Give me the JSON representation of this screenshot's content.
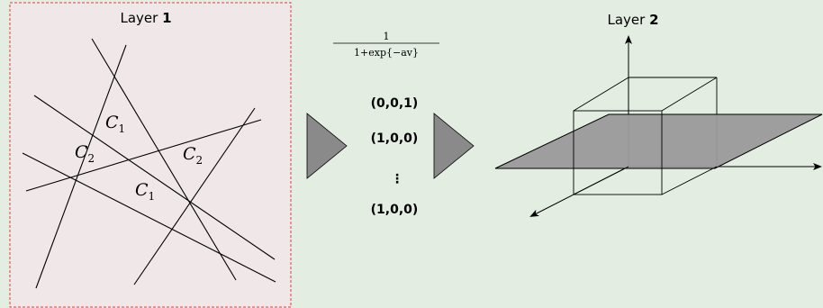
{
  "layer1": {
    "title_word": "Layer",
    "title_num": "1",
    "region_labels": [
      "C",
      "C",
      "C",
      "C"
    ],
    "region_subscripts": [
      "1",
      "2",
      "2",
      "1"
    ]
  },
  "activation": {
    "numerator": "1",
    "denominator": "1+exp{−av}"
  },
  "codes": [
    "(0,0,1)",
    "(1,0,0)",
    "⋮",
    "(1,0,0)"
  ],
  "layer2": {
    "title_word": "Layer",
    "title_num": "2"
  },
  "colors": {
    "background": "#e3ede2",
    "panel_fill": "#f0e8e8",
    "panel_border": "#e03a3a",
    "arrow_fill": "#8a8a8a",
    "plane_fill": "#9a9a9a"
  }
}
